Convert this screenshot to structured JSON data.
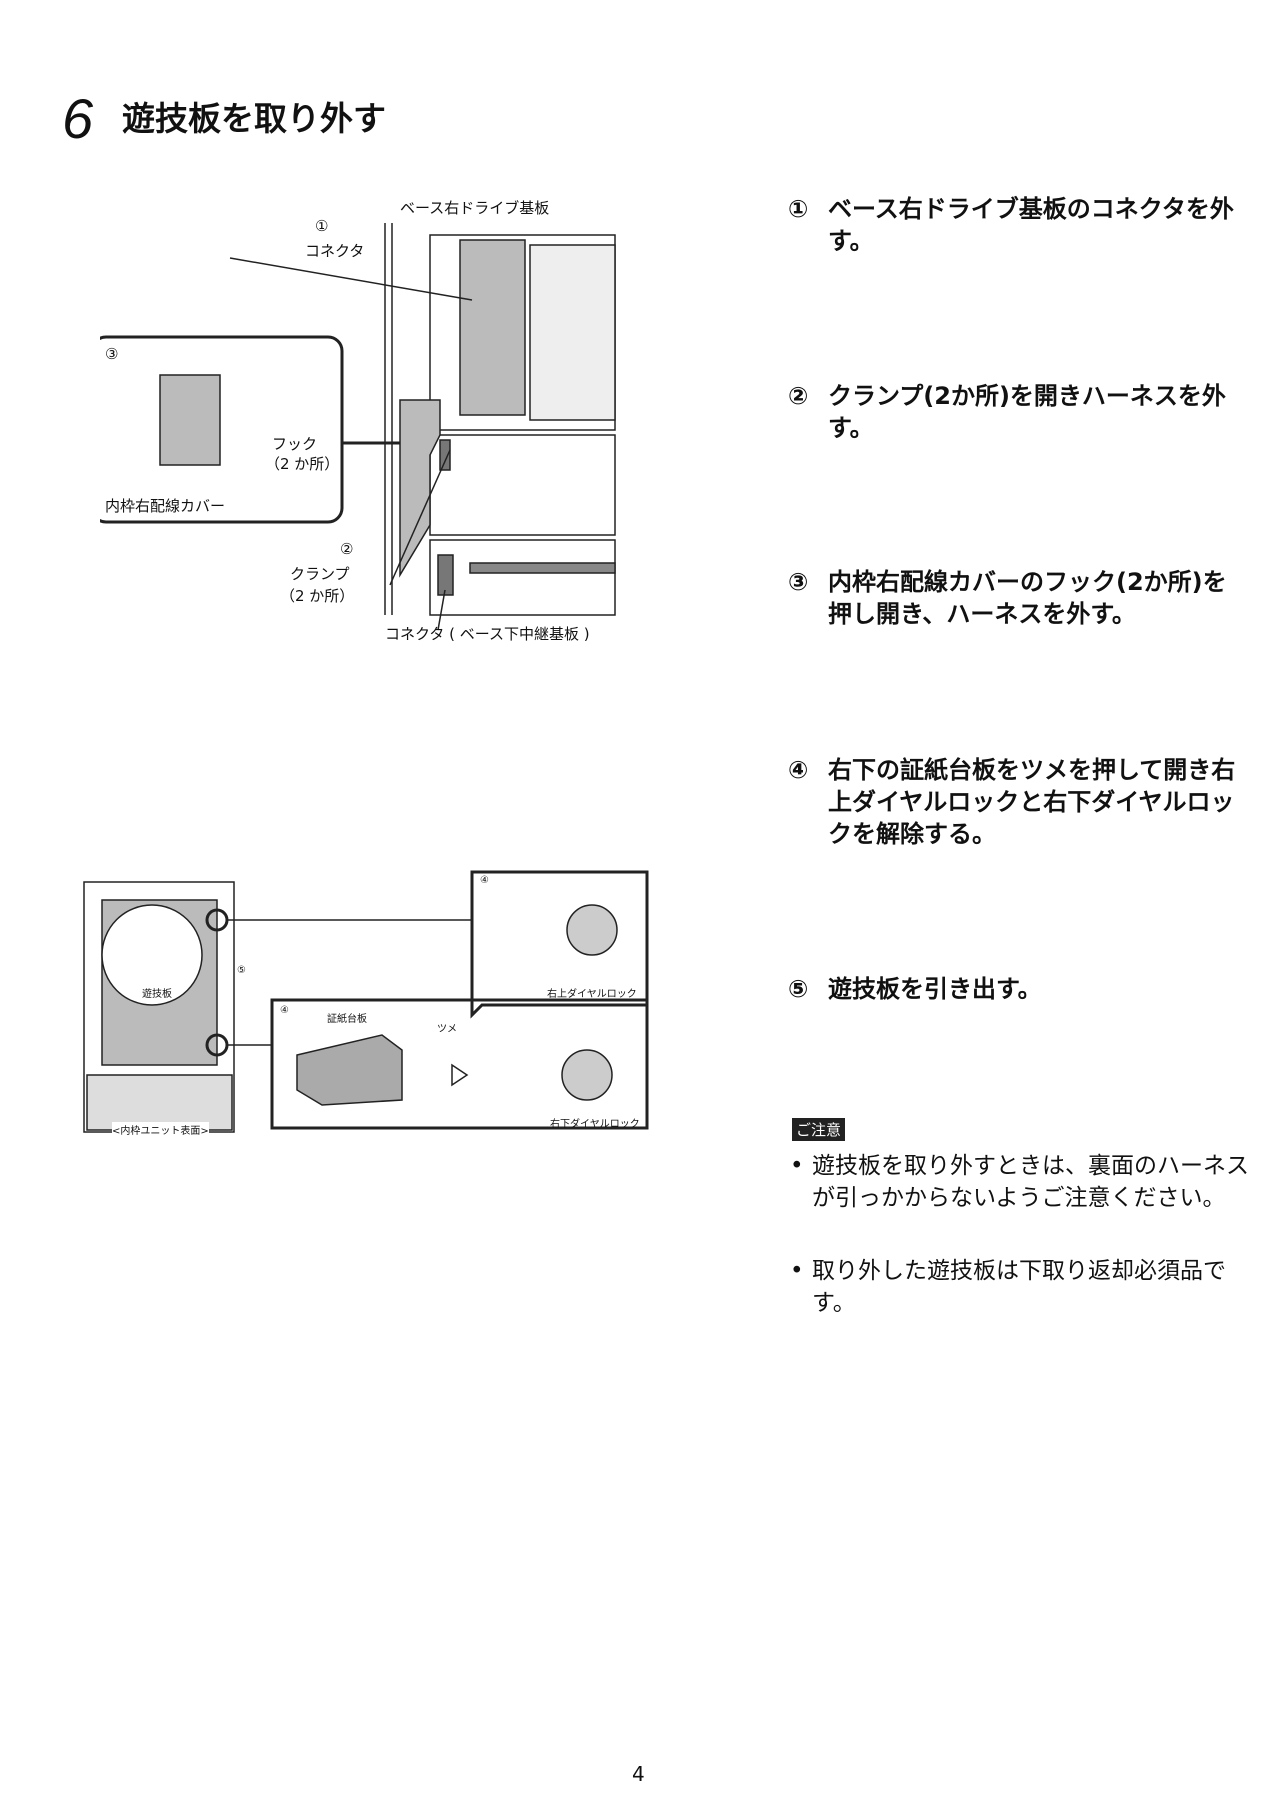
{
  "header": {
    "number": "6",
    "title": "遊技板を取り外す"
  },
  "figure1": {
    "labels": {
      "board": "ベース右ドライブ基板",
      "c1": "①",
      "connector": "コネクタ",
      "c3": "③",
      "hook": "フック",
      "hook_count": "（2 か所）",
      "cover": "内枠右配線カバー",
      "c2": "②",
      "clamp": "クランプ",
      "clamp_count": "（2 か所）",
      "connector2": "コネクタ ( ベース下中継基板 )"
    }
  },
  "figure2": {
    "labels": {
      "board": "遊技板",
      "c5": "⑤",
      "unit": "<内枠ユニット表面>",
      "c4a": "④",
      "upper_lock": "右上ダイヤルロック",
      "c4b": "④",
      "stamp_board": "証紙台板",
      "claw": "ツメ",
      "lower_lock": "右下ダイヤルロック"
    }
  },
  "steps": [
    {
      "n": "①",
      "text": "ベース右ドライブ基板のコネクタを外す。"
    },
    {
      "n": "②",
      "text": "クランプ(2か所)を開きハーネスを外す。"
    },
    {
      "n": "③",
      "text": "内枠右配線カバーのフック(2か所)を押し開き、ハーネスを外す。"
    },
    {
      "n": "④",
      "text": "右下の証紙台板をツメを押して開き右上ダイヤルロックと右下ダイヤルロックを解除する。"
    },
    {
      "n": "⑤",
      "text": "遊技板を引き出す。"
    }
  ],
  "caution": {
    "label": "ご注意",
    "bullets": [
      "遊技板を取り外すときは、裏面のハーネスが引っかからないようご注意ください。",
      "取り外した遊技板は下取り返却必須品です。"
    ]
  },
  "footer": {
    "page": "4"
  }
}
